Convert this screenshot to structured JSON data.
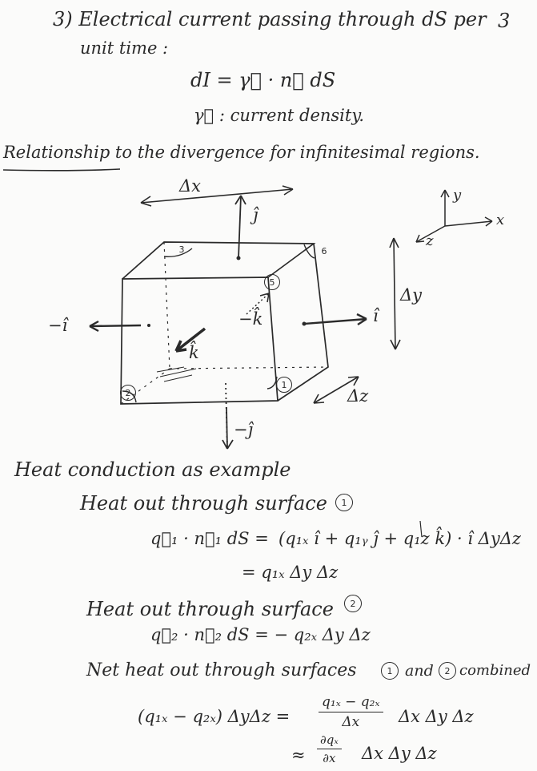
{
  "page_number": "3",
  "section3": {
    "heading": "3) Electrical current passing through dS per",
    "heading_cont": "unit time :",
    "eq": "dI = γ⃗ · n⃗ dS",
    "gamma_def": "γ⃗ : current density."
  },
  "relationship_heading": "Relationship to the divergence for infinitesimal regions.",
  "diagram": {
    "dx_label": "Δx",
    "dy_label": "Δy",
    "dz_label": "Δz",
    "j_hat": "ĵ",
    "neg_j_hat": "−ĵ",
    "i_hat": "î",
    "neg_i_hat": "−î",
    "k_hat": "k̂",
    "neg_k_hat": "−k̂",
    "axis_y": "y",
    "axis_x": "x",
    "axis_z": "z",
    "face_numbers": [
      "1",
      "2",
      "3",
      "5",
      "6"
    ]
  },
  "heat": {
    "intro": "Heat conduction as example",
    "surface1_label": "Heat out through surface",
    "surface1_num": "1",
    "eq1_lhs": "q⃗₁ · n⃗₁ dS =",
    "eq1_rhs": "(q₁ₓ î + q₁ᵧ ĵ + q₁z k̂) · î ΔyΔz",
    "eq1_result": "= q₁ₓ Δy Δz",
    "surface2_label": "Heat out through surface",
    "surface2_num": "2",
    "eq2": "q⃗₂ · n⃗₂ dS = − q₂ₓ Δy Δz",
    "net_label_a": "Net heat out through surfaces",
    "net_num1": "1",
    "net_and": "and",
    "net_num2": "2",
    "net_combined": "combined",
    "net_lhs": "(q₁ₓ − q₂ₓ) ΔyΔz =",
    "net_frac_num": "q₁ₓ − q₂ₓ",
    "net_frac_den": "Δx",
    "net_rhs": "Δx Δy Δz",
    "approx_sym": "≈",
    "approx_frac_num": "∂qₓ",
    "approx_frac_den": "∂x",
    "approx_rhs": "Δx Δy Δz"
  }
}
